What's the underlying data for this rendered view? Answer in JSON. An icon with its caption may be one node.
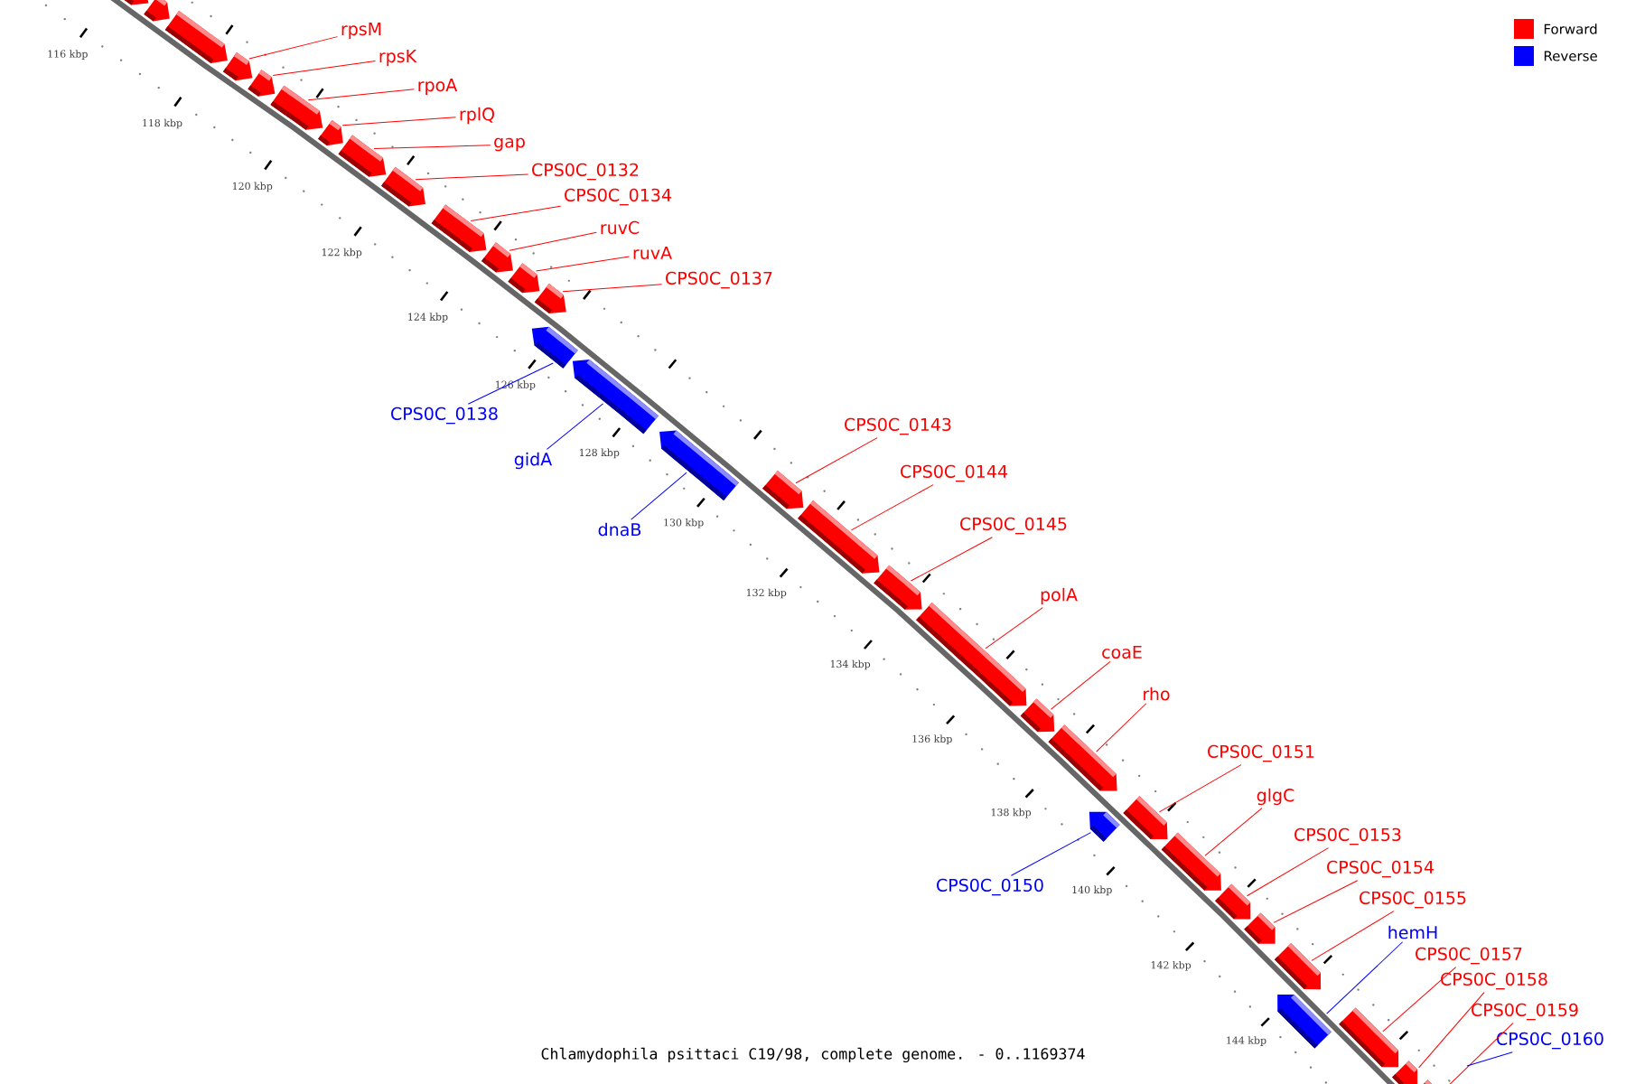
{
  "diagram": {
    "caption": "Chlamydophila psittaci C19/98, complete genome. - 0..1169374",
    "nodes": [
      {
        "text": [],
        "shape": "arrow"
      },
      {
        "text": [],
        "shape": "arrow"
      },
      {
        "text": [],
        "shape": "arrow"
      },
      {
        "text": [
          "rpsM"
        ]
      },
      {
        "text": [],
        "shape": "arrow"
      },
      {
        "text": [
          "rpsK"
        ]
      },
      {
        "text": [],
        "shape": "arrow"
      },
      {
        "text": [
          "rpoA"
        ]
      },
      {
        "text": [],
        "shape": "arrow"
      },
      {
        "text": [
          "rplQ"
        ]
      },
      {
        "text": [],
        "shape": "arrow"
      },
      {
        "text": [
          "gap"
        ]
      },
      {
        "text": [],
        "shape": "arrow"
      },
      {
        "text": [
          "CPS0C_0132"
        ]
      },
      {
        "text": [],
        "shape": "arrow"
      },
      {
        "text": [
          "CPS0C_0134"
        ]
      },
      {
        "text": [],
        "shape": "arrow"
      },
      {
        "text": [
          "ruvC"
        ]
      },
      {
        "text": [],
        "shape": "arrow"
      },
      {
        "text": [
          "ruvA"
        ]
      },
      {
        "text": [],
        "shape": "arrow"
      },
      {
        "text": [
          "CPS0C_0137"
        ]
      },
      {
        "text": [],
        "shape": "arrow"
      },
      {
        "text": [
          "CPS0C_0138"
        ]
      },
      {
        "text": [],
        "shape": "arrow"
      },
      {
        "text": [
          "gidA"
        ]
      },
      {
        "text": [],
        "shape": "arrow"
      },
      {
        "text": [
          "dnaB"
        ]
      },
      {
        "text": [],
        "shape": "arrow"
      },
      {
        "text": [
          "CPS0C_0143"
        ]
      },
      {
        "text": [],
        "shape": "arrow"
      },
      {
        "text": [
          "CPS0C_0144"
        ]
      },
      {
        "text": [],
        "shape": "arrow"
      },
      {
        "text": [
          "CPS0C_0145"
        ]
      },
      {
        "text": [],
        "shape": "arrow"
      },
      {
        "text": [
          "polA"
        ]
      },
      {
        "text": [],
        "shape": "arrow"
      },
      {
        "text": [
          "coaE"
        ]
      },
      {
        "text": [],
        "shape": "arrow"
      },
      {
        "text": [
          "rho"
        ]
      },
      {
        "text": [],
        "shape": "arrow"
      },
      {
        "text": [
          "CPS0C_0150"
        ]
      },
      {
        "text": [],
        "shape": "arrow"
      },
      {
        "text": [
          "CPS0C_0151"
        ]
      },
      {
        "text": [],
        "shape": "arrow"
      },
      {
        "text": [
          "glgC"
        ]
      },
      {
        "text": [],
        "shape": "arrow"
      },
      {
        "text": [
          "CPS0C_0153"
        ]
      },
      {
        "text": [],
        "shape": "arrow"
      },
      {
        "text": [
          "CPS0C_0154"
        ]
      },
      {
        "text": [],
        "shape": "arrow"
      },
      {
        "text": [
          "CPS0C_0155"
        ]
      },
      {
        "text": [],
        "shape": "arrow"
      },
      {
        "text": [
          "hemH"
        ]
      },
      {
        "text": [],
        "shape": "arrow"
      },
      {
        "text": [
          "CPS0C_0157"
        ]
      },
      {
        "text": [],
        "shape": "arrow"
      },
      {
        "text": [
          "CPS0C_0158"
        ]
      },
      {
        "text": [],
        "shape": "arrow"
      },
      {
        "text": [
          "CPS0C_0159"
        ]
      },
      {
        "text": [],
        "shape": "arrow"
      },
      {
        "text": [
          "CPS0C_0160"
        ]
      }
    ],
    "edges": [
      {
        "from": 3,
        "to": 4,
        "arrow": "none"
      },
      {
        "from": 5,
        "to": 6,
        "arrow": "none"
      },
      {
        "from": 7,
        "to": 8,
        "arrow": "none"
      },
      {
        "from": 9,
        "to": 10,
        "arrow": "none"
      },
      {
        "from": 11,
        "to": 12,
        "arrow": "none"
      },
      {
        "from": 13,
        "to": 14,
        "arrow": "none"
      },
      {
        "from": 15,
        "to": 16,
        "arrow": "none"
      },
      {
        "from": 17,
        "to": 18,
        "arrow": "none"
      },
      {
        "from": 19,
        "to": 20,
        "arrow": "none"
      },
      {
        "from": 21,
        "to": 22,
        "arrow": "none"
      },
      {
        "from": 23,
        "to": 24,
        "arrow": "none",
        "color": "#0000ff"
      },
      {
        "from": 25,
        "to": 26,
        "arrow": "none",
        "color": "#0000ff"
      },
      {
        "from": 27,
        "to": 28,
        "arrow": "none",
        "color": "#0000ff"
      },
      {
        "from": 29,
        "to": 30,
        "arrow": "none"
      },
      {
        "from": 31,
        "to": 32,
        "arrow": "none"
      },
      {
        "from": 33,
        "to": 34,
        "arrow": "none"
      },
      {
        "from": 35,
        "to": 36,
        "arrow": "none"
      },
      {
        "from": 37,
        "to": 38,
        "arrow": "none"
      },
      {
        "from": 39,
        "to": 40,
        "arrow": "none"
      },
      {
        "from": 41,
        "to": 42,
        "arrow": "none",
        "color": "#0000ff"
      },
      {
        "from": 43,
        "to": 44,
        "arrow": "none"
      },
      {
        "from": 45,
        "to": 46,
        "arrow": "none"
      },
      {
        "from": 47,
        "to": 48,
        "arrow": "none"
      },
      {
        "from": 49,
        "to": 50,
        "arrow": "none"
      },
      {
        "from": 51,
        "to": 52,
        "arrow": "none"
      },
      {
        "from": 53,
        "to": 54,
        "arrow": "none",
        "color": "#0000ff"
      },
      {
        "from": 55,
        "to": 56,
        "arrow": "none"
      },
      {
        "from": 57,
        "to": 58,
        "arrow": "none"
      },
      {
        "from": 59,
        "to": 60,
        "arrow": "none"
      },
      {
        "from": 61,
        "to": null,
        "arrow": "none",
        "color": "#0000ff"
      }
    ],
    "labels": [
      "116 kbp",
      "118 kbp",
      "120 kbp",
      "122 kbp",
      "124 kbp",
      "126 kbp",
      "128 kbp",
      "130 kbp",
      "132 kbp",
      "134 kbp",
      "136 kbp",
      "138 kbp",
      "140 kbp",
      "142 kbp",
      "144 kbp"
    ],
    "legend": [
      {
        "text": "Forward",
        "color": "#ff0000"
      },
      {
        "text": "Reverse",
        "color": "#0000ff"
      }
    ]
  }
}
